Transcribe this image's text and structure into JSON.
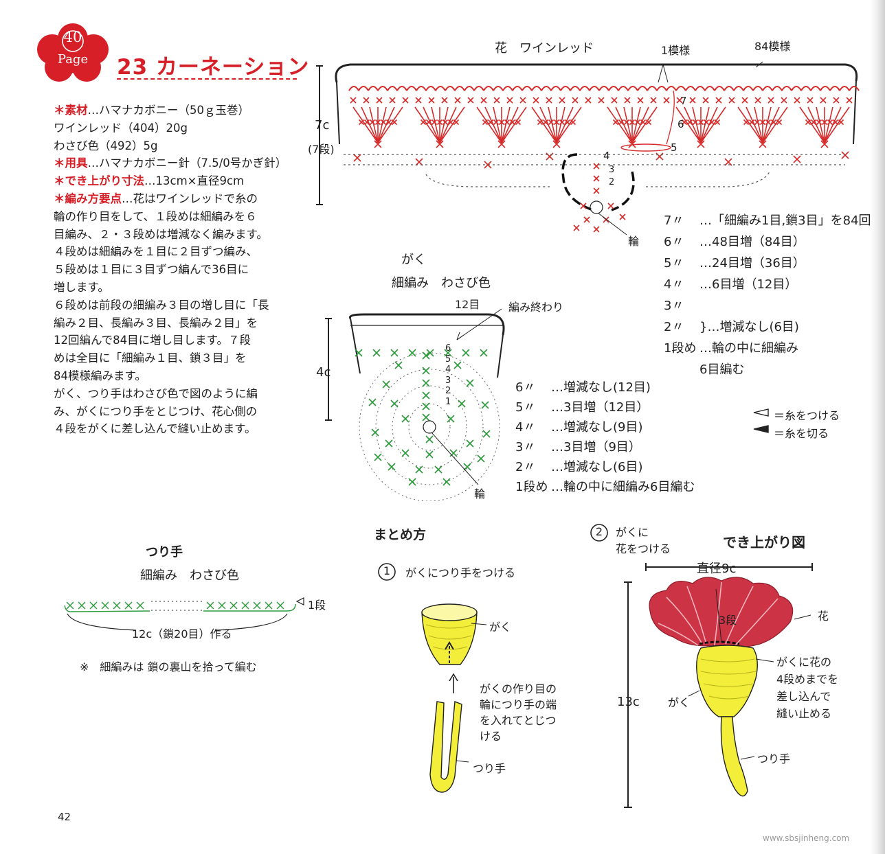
{
  "header": {
    "badge_number": "40",
    "badge_page": "Page",
    "title": "23 カーネーション"
  },
  "instructions": {
    "lines": [
      {
        "label": "＊素材",
        "text": "…ハマナカボニー（50ｇ玉巻）"
      },
      {
        "label": "",
        "text": "ワインレッド（404）20g"
      },
      {
        "label": "",
        "text": "わさび色（492）5g"
      },
      {
        "label": "＊用具",
        "text": "…ハマナカボニー針（7.5/0号かぎ針）"
      },
      {
        "label": "＊でき上がり寸法",
        "text": "…13cm×直径9cm"
      },
      {
        "label": "＊編み方要点",
        "text": "…花はワインレッドで糸の"
      },
      {
        "label": "",
        "text": "輪の作り目をして、１段めは細編みを６"
      },
      {
        "label": "",
        "text": "目編み、２・３段めは増減なく編みます。"
      },
      {
        "label": "",
        "text": "４段めは細編みを１目に２目ずつ編み、"
      },
      {
        "label": "",
        "text": "５段めは１目に３目ずつ編んで36目に"
      },
      {
        "label": "",
        "text": "増します。"
      },
      {
        "label": "",
        "text": "６段めは前段の細編み３目の増し目に「長"
      },
      {
        "label": "",
        "text": "編み２目、長編み３目、長編み２目」を"
      },
      {
        "label": "",
        "text": "12回編んで84目に増し目します。７段"
      },
      {
        "label": "",
        "text": "めは全目に「細編み１目、鎖３目」を"
      },
      {
        "label": "",
        "text": "84模様編みます。"
      },
      {
        "label": "",
        "text": "がく、つり手はわさび色で図のように編"
      },
      {
        "label": "",
        "text": "み、がくにつり手をとじつけ、花心側の"
      },
      {
        "label": "",
        "text": "４段をがくに差し込んで縫い止めます。"
      }
    ]
  },
  "flower_chart": {
    "title": "花　ワインレッド",
    "label_1repeat": "1模様",
    "label_84repeat": "84模様",
    "height": "7c",
    "height_rows": "(7段)",
    "ring": "輪",
    "row_numbers": [
      "7",
      "6",
      "5",
      "4",
      "3",
      "2"
    ],
    "rows": [
      {
        "num": "7〃",
        "desc": "…「細編み1目,鎖3目」を84回"
      },
      {
        "num": "6〃",
        "desc": "…48目増（84目）"
      },
      {
        "num": "5〃",
        "desc": "…24目増（36目）"
      },
      {
        "num": "4〃",
        "desc": "…6目増（12目）"
      },
      {
        "num": "3〃",
        "desc": ""
      },
      {
        "num": "2〃",
        "desc": "}…増減なし(6目)"
      },
      {
        "num": "1段め",
        "desc": "…輪の中に細編み"
      },
      {
        "num": "",
        "desc": "6目編む"
      }
    ],
    "color": "#d42a2a"
  },
  "calyx_chart": {
    "title": "がく",
    "subtitle": "細編み　わさび色",
    "top_count": "12目",
    "end_label": "編み終わり",
    "height": "4c",
    "ring": "輪",
    "row_numbers": [
      "6",
      "5",
      "4",
      "3",
      "2",
      "1"
    ],
    "rows": [
      {
        "num": "6〃",
        "desc": "…増減なし(12目)"
      },
      {
        "num": "5〃",
        "desc": "…3目増（12目）"
      },
      {
        "num": "4〃",
        "desc": "…増減なし(9目)"
      },
      {
        "num": "3〃",
        "desc": "…3目増（9目）"
      },
      {
        "num": "2〃",
        "desc": "…増減なし(6目)"
      },
      {
        "num": "1段め",
        "desc": "…輪の中に細編み6目編む"
      }
    ],
    "color": "#2a9a3a"
  },
  "legend": {
    "attach": "＝糸をつける",
    "cut": "＝糸を切る"
  },
  "hanger": {
    "title": "つり手",
    "subtitle": "細編み　わさび色",
    "row_label": "1段",
    "length": "12c（鎖20目）作る",
    "note": "※　細編みは 鎖の裏山を拾って編む"
  },
  "assembly": {
    "title": "まとめ方",
    "step1_num": "1",
    "step1": "がくにつり手をつける",
    "label_calyx": "がく",
    "step1_note": [
      "がくの作り目の",
      "輪につり手の端",
      "を入れてとじつ",
      "ける"
    ],
    "label_hanger": "つり手",
    "step2_num": "2",
    "step2": [
      "がくに",
      "花をつける"
    ]
  },
  "finished": {
    "title": "でき上がり図",
    "diameter": "直径9c",
    "height": "13c",
    "label_row3": "3段",
    "label_flower": "花",
    "label_calyx": "がく",
    "note": [
      "がくに花の",
      "4段めまでを",
      "差し込んで",
      "縫い止める"
    ],
    "label_hanger": "つり手"
  },
  "footer": {
    "page_number": "42",
    "watermark": "www.sbsjinheng.com"
  },
  "colors": {
    "accent_red": "#d61f26",
    "calyx_yellow": "#f2ee3a",
    "flower_pink": "#cc3344"
  }
}
